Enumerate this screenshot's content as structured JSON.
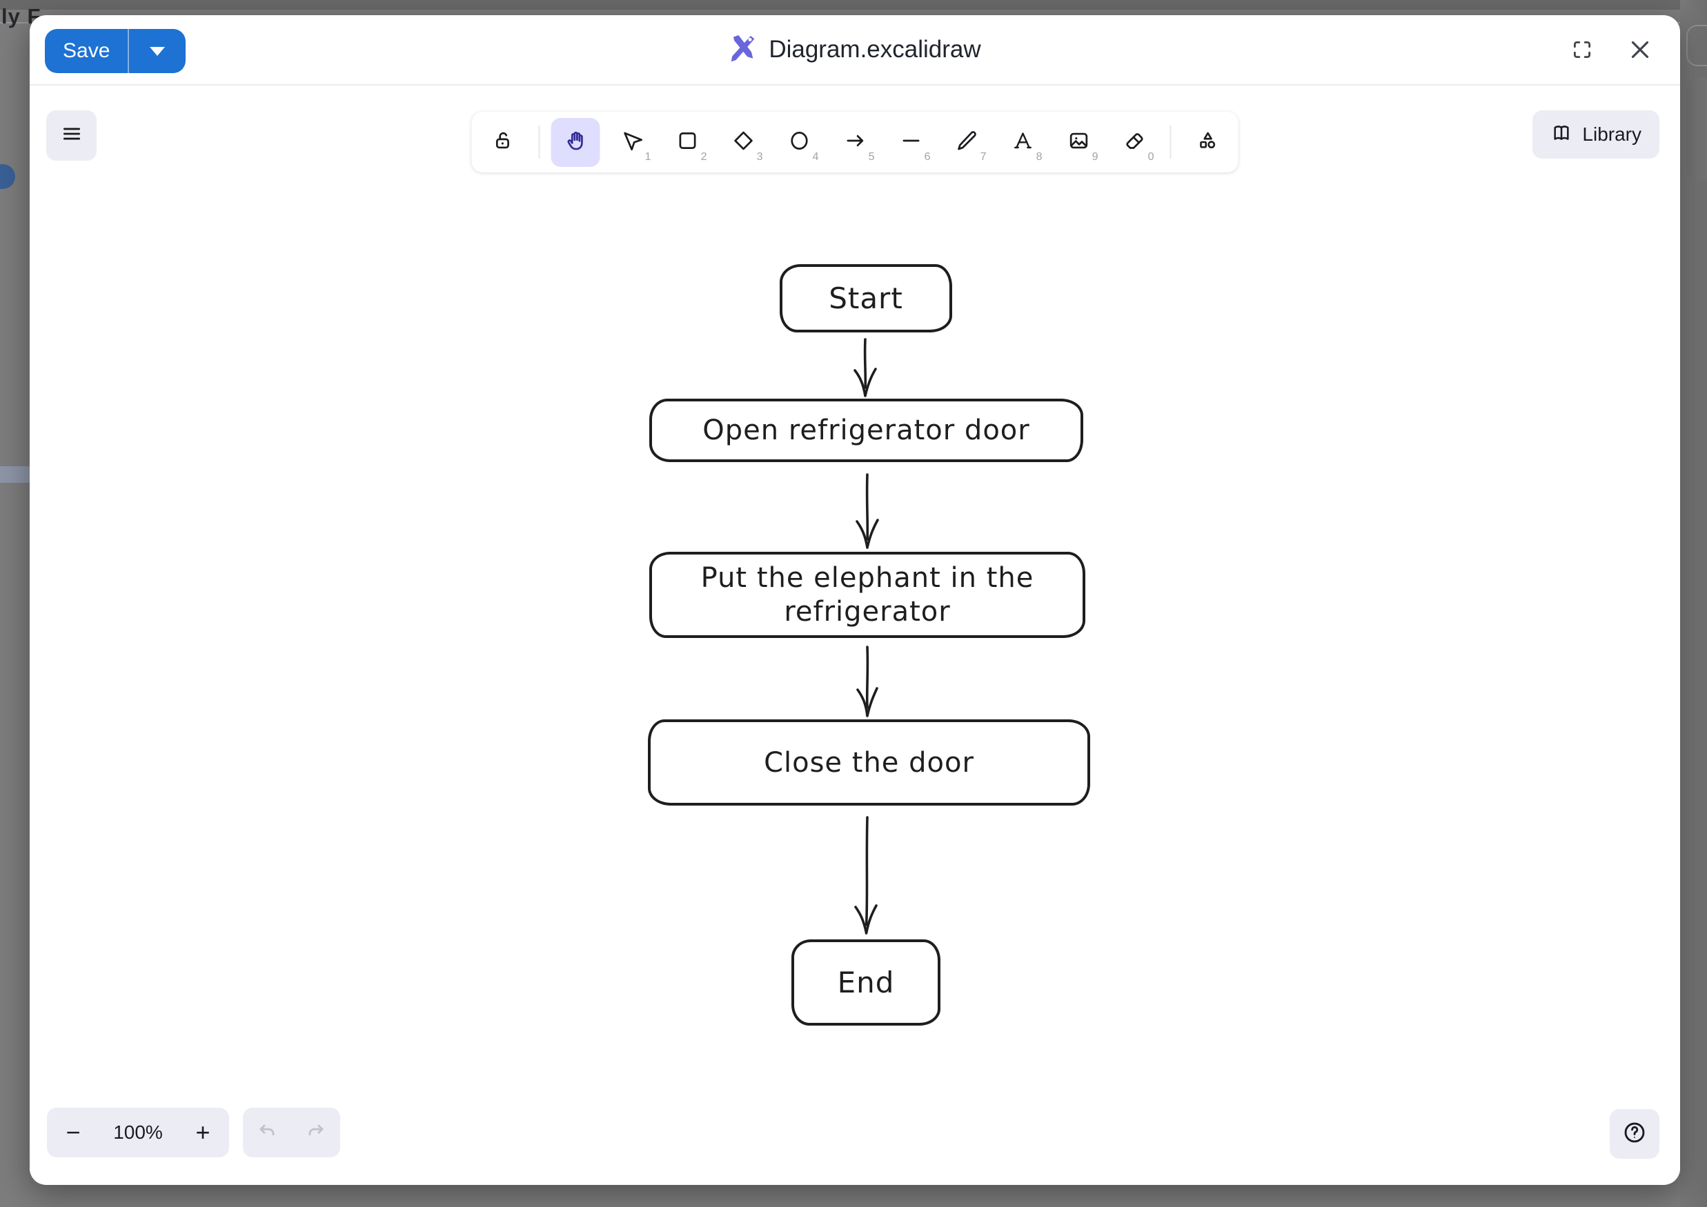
{
  "backdrop": {
    "page_title_fragment": "ly F"
  },
  "header": {
    "save_button": {
      "label": "Save"
    },
    "title": "Diagram.excalidraw",
    "actions": [
      {
        "name": "fullscreen"
      },
      {
        "name": "close"
      }
    ]
  },
  "toolbar": {
    "tools": [
      {
        "name": "lock",
        "icon": "unlock-icon",
        "shortcut": "",
        "selected": false
      },
      {
        "name": "hand",
        "icon": "hand-icon",
        "shortcut": "",
        "selected": true
      },
      {
        "name": "selection",
        "icon": "cursor-icon",
        "shortcut": "1",
        "selected": false
      },
      {
        "name": "rectangle",
        "icon": "square-icon",
        "shortcut": "2",
        "selected": false
      },
      {
        "name": "diamond",
        "icon": "diamond-icon",
        "shortcut": "3",
        "selected": false
      },
      {
        "name": "ellipse",
        "icon": "circle-icon",
        "shortcut": "4",
        "selected": false
      },
      {
        "name": "arrow",
        "icon": "arrow-right-icon",
        "shortcut": "5",
        "selected": false
      },
      {
        "name": "line",
        "icon": "line-icon",
        "shortcut": "6",
        "selected": false
      },
      {
        "name": "draw",
        "icon": "pencil-icon",
        "shortcut": "7",
        "selected": false
      },
      {
        "name": "text",
        "icon": "letter-a-icon",
        "shortcut": "8",
        "selected": false
      },
      {
        "name": "image",
        "icon": "image-icon",
        "shortcut": "9",
        "selected": false
      },
      {
        "name": "eraser",
        "icon": "eraser-icon",
        "shortcut": "0",
        "selected": false
      },
      {
        "name": "more-shapes",
        "icon": "shapes-icon",
        "shortcut": "",
        "selected": false
      }
    ]
  },
  "library_button": {
    "label": "Library"
  },
  "diagram": {
    "type": "flowchart",
    "nodes": [
      {
        "id": "start",
        "label": "Start"
      },
      {
        "id": "open",
        "label": "Open refrigerator door"
      },
      {
        "id": "put",
        "label": "Put the elephant in the refrigerator"
      },
      {
        "id": "close",
        "label": "Close the door"
      },
      {
        "id": "end",
        "label": "End"
      }
    ],
    "edges": [
      {
        "from": "start",
        "to": "open"
      },
      {
        "from": "open",
        "to": "put"
      },
      {
        "from": "put",
        "to": "close"
      },
      {
        "from": "close",
        "to": "end"
      }
    ]
  },
  "footer": {
    "zoom_out_label": "−",
    "zoom_level": "100%",
    "zoom_in_label": "+"
  },
  "colors": {
    "save_button": "#1d72d3",
    "logo_purple": "#6965db",
    "selected_tool_bg": "#dfdeff",
    "selected_tool_icon": "#312c94",
    "island_bg": "#ececf4",
    "stroke_dark": "#1e1e1e",
    "backdrop_gray": "#7d7d7d"
  }
}
